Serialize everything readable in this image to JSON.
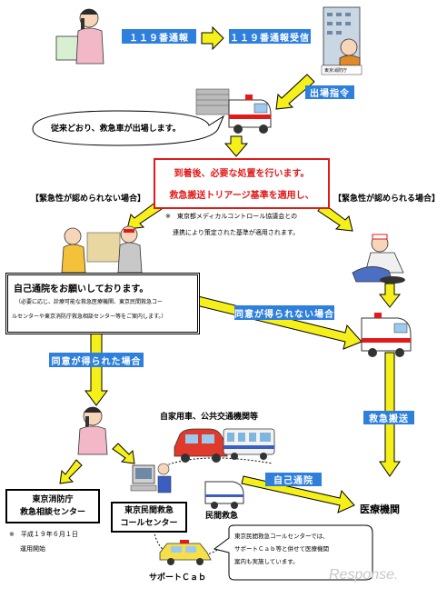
{
  "nodes": {
    "call_119": "１１９番通報",
    "call_119_received": "１１９番通報受信",
    "dispatch_order": "出場指令",
    "ambulance_dispatched": "従来どおり、救急車が出場します。",
    "onsite_treatment": "到着後、必要な処置を行います。",
    "triage_applied": "救急搬送トリアージ基準を適用し、",
    "not_urgent": "【緊急性が認められない場合】",
    "urgent": "【緊急性が認められる場合】",
    "protocol_note_1": "※　東京都メディカルコントロール協議会との",
    "protocol_note_2": "連携により策定された基準が適用されます。",
    "self_visit_title": "自己通院をお願いしております。",
    "self_visit_note_1": "（必要に応じ、診療可能な救急医療機関、東京民間救急コー",
    "self_visit_note_2": "ルセンターや東京消防庁救急相談センター等をご案内します。）",
    "consent_not_obtained": "同意が得られない場合",
    "consent_obtained": "同意が得られた場合",
    "emergency_transport": "救急搬送",
    "private_car_transit": "自家用車、公共交通機関等",
    "self_visit_label": "自己通院",
    "consult_center_1": "東京消防庁",
    "consult_center_2": "救急相談センター",
    "consult_note_1": "※　平成１９年６月１日",
    "consult_note_2": "運用開始",
    "private_center_1": "東京民間救急",
    "private_center_2": "コールセンター",
    "private_ambulance": "民間救急",
    "hospital": "医療機関",
    "support_cab": "サポートＣａｂ",
    "cab_note_1": "東京民間救急コールセンターでは、",
    "cab_note_2": "サポートＣａｂ等と併せて医療機関",
    "cab_note_3": "案内も実施しています。",
    "fire_dept_label": "東京消防庁"
  },
  "watermark": "Response.",
  "colors": {
    "label_blue": "#2f7fdc",
    "arrow_yellow": "#f5ef1a",
    "highlight_red": "#e21a1a"
  },
  "icons": [
    "caller-person-icon",
    "fire-department-building-icon",
    "ambulance-icon",
    "patient-icon",
    "car-icon",
    "bus-icon",
    "taxi-icon",
    "computer-icon"
  ]
}
